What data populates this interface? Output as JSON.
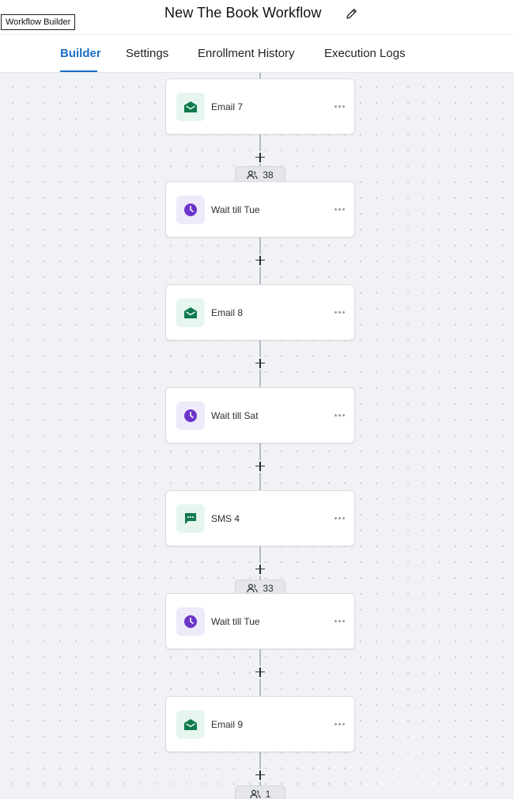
{
  "header": {
    "tooltip": "Workflow Builder",
    "title": "New The Book Workflow",
    "tabs": [
      {
        "label": "Builder",
        "active": true
      },
      {
        "label": "Settings",
        "active": false
      },
      {
        "label": "Enrollment History",
        "active": false
      },
      {
        "label": "Execution Logs",
        "active": false
      }
    ],
    "accent_color": "#1a6fc4"
  },
  "workflow": {
    "nodes": [
      {
        "label": "Email 7",
        "icon": "email-icon",
        "color": "#0f7a4d"
      },
      {
        "label": "Wait till Tue",
        "icon": "clock-icon",
        "color": "#6b35c9"
      },
      {
        "label": "Email 8",
        "icon": "email-icon",
        "color": "#0f7a4d"
      },
      {
        "label": "Wait till Sat",
        "icon": "clock-icon",
        "color": "#6b35c9"
      },
      {
        "label": "SMS 4",
        "icon": "sms-icon",
        "color": "#0f7a4d"
      },
      {
        "label": "Wait till Tue",
        "icon": "clock-icon",
        "color": "#6b35c9"
      },
      {
        "label": "Email 9",
        "icon": "email-icon",
        "color": "#0f7a4d"
      }
    ],
    "badges": [
      {
        "count": "38",
        "icon": "users-icon"
      },
      {
        "count": "33",
        "icon": "users-icon"
      },
      {
        "count": "1",
        "icon": "users-icon"
      }
    ]
  }
}
